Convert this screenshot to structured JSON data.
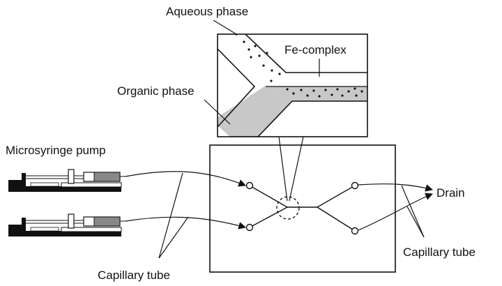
{
  "labels": {
    "aqueous_phase": "Aqueous phase",
    "fe_complex": "Fe-complex",
    "organic_phase": "Organic phase",
    "microsyringe_pump": "Microsyringe pump",
    "drain": "Drain",
    "capillary_tube_left": "Capillary tube",
    "capillary_tube_right": "Capillary tube"
  },
  "colors": {
    "line": "#111111",
    "organic_fill": "#c8c8c8",
    "background": "#ffffff"
  }
}
